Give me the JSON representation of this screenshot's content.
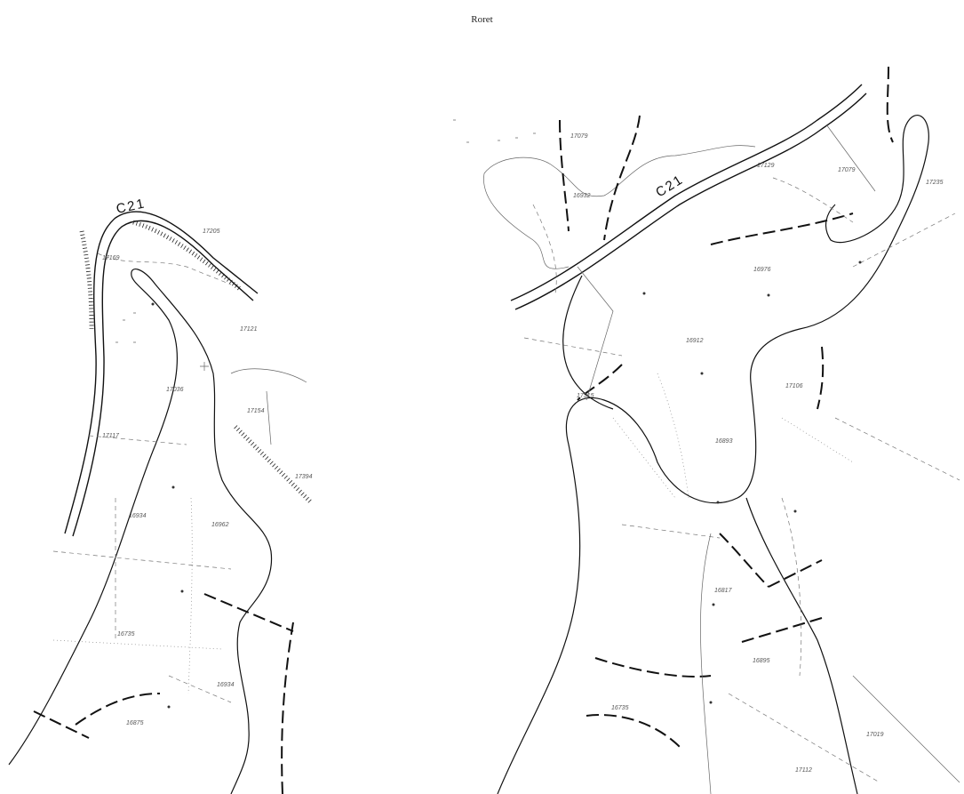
{
  "title": "Roret",
  "road_labels": [
    {
      "text": "C21"
    },
    {
      "text": "C21"
    }
  ],
  "spot_heights": [
    "17205",
    "17169",
    "17121",
    "17036",
    "17154",
    "17117",
    "17394",
    "16934",
    "16962",
    "16735",
    "16934",
    "16875",
    "17079",
    "16932",
    "17129",
    "17079",
    "17235",
    "16976",
    "16912",
    "17315",
    "17106",
    "16893",
    "16817",
    "16895",
    "16735",
    "17019",
    "17112"
  ]
}
